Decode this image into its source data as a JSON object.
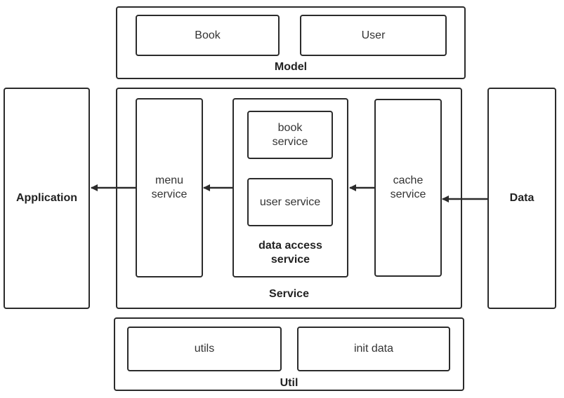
{
  "model": {
    "title": "Model",
    "items": [
      "Book",
      "User"
    ]
  },
  "service": {
    "title": "Service",
    "menu_service": "menu\nservice",
    "data_access": {
      "title": "data access\nservice",
      "items": [
        "book\nservice",
        "user service"
      ]
    },
    "cache_service": "cache\nservice"
  },
  "application": {
    "label": "Application"
  },
  "data_source": {
    "label": "Data"
  },
  "util": {
    "title": "Util",
    "items": [
      "utils",
      "init data"
    ]
  },
  "colors": {
    "stroke": "#2b2b2b",
    "background": "#ffffff"
  }
}
